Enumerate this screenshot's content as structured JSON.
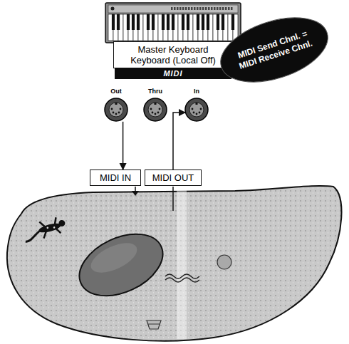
{
  "diagram": {
    "nodes": [
      {
        "text": [
          "Master Keyboard Keyboard (Local Off)"
        ]
      },
      {
        "text": [
          "MIDI"
        ]
      },
      {
        "text": [
          "Out"
        ]
      },
      {
        "text": [
          "Thru"
        ]
      },
      {
        "text": [
          "In"
        ]
      },
      {
        "text": [
          "MIDI IN"
        ]
      },
      {
        "text": [
          "MIDI OUT"
        ]
      },
      {
        "text": [
          "MIDI Send Chnl. = MIDI Receive Chnl."
        ]
      }
    ],
    "edges": [
      {
        "from": 2,
        "to": 5,
        "arrow": "to"
      },
      {
        "from": 6,
        "to": 4,
        "arrow": "to"
      }
    ]
  }
}
